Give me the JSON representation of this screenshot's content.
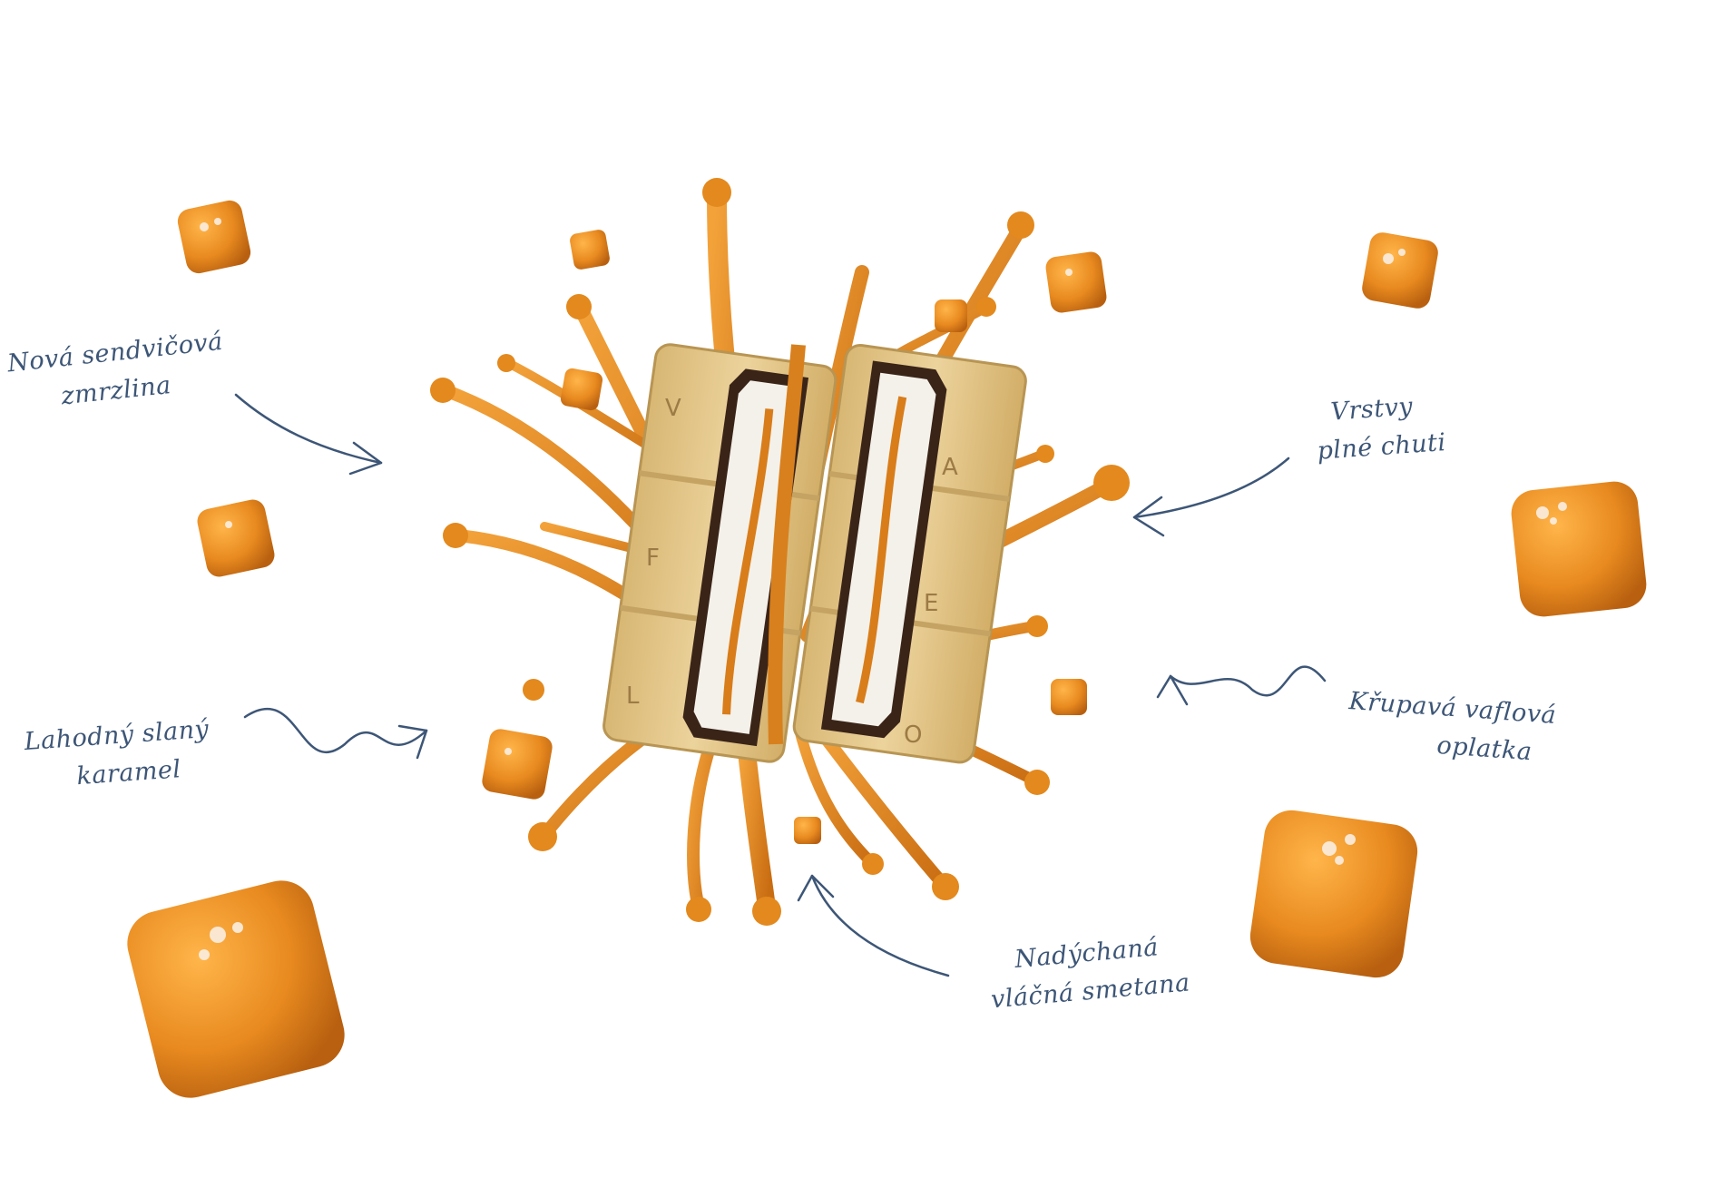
{
  "annotations": [
    {
      "id": "new-sandwich-ice-cream",
      "lines": [
        "Nová sendvičová",
        "zmrzlina"
      ]
    },
    {
      "id": "layers-full-of-flavor",
      "lines": [
        "Vrstvy",
        "plné chuti"
      ]
    },
    {
      "id": "salted-caramel",
      "lines": [
        "Lahodný slaný",
        "karamel"
      ]
    },
    {
      "id": "crispy-wafer",
      "lines": [
        "Křupavá vaflová",
        "oplatka"
      ]
    },
    {
      "id": "fluffy-cream",
      "lines": [
        "Nadýchaná",
        "vláčná smetana"
      ]
    }
  ],
  "wafer_letters": {
    "left": [
      "V",
      "F",
      "L"
    ],
    "right": [
      "A",
      "E",
      "O"
    ]
  },
  "colors": {
    "caramel": "#e38d1f",
    "caramel_dark": "#b8620c",
    "wafer": "#e6c98a",
    "cream": "#f4f1ea",
    "chocolate": "#3a2418",
    "ink": "#3d5677"
  }
}
